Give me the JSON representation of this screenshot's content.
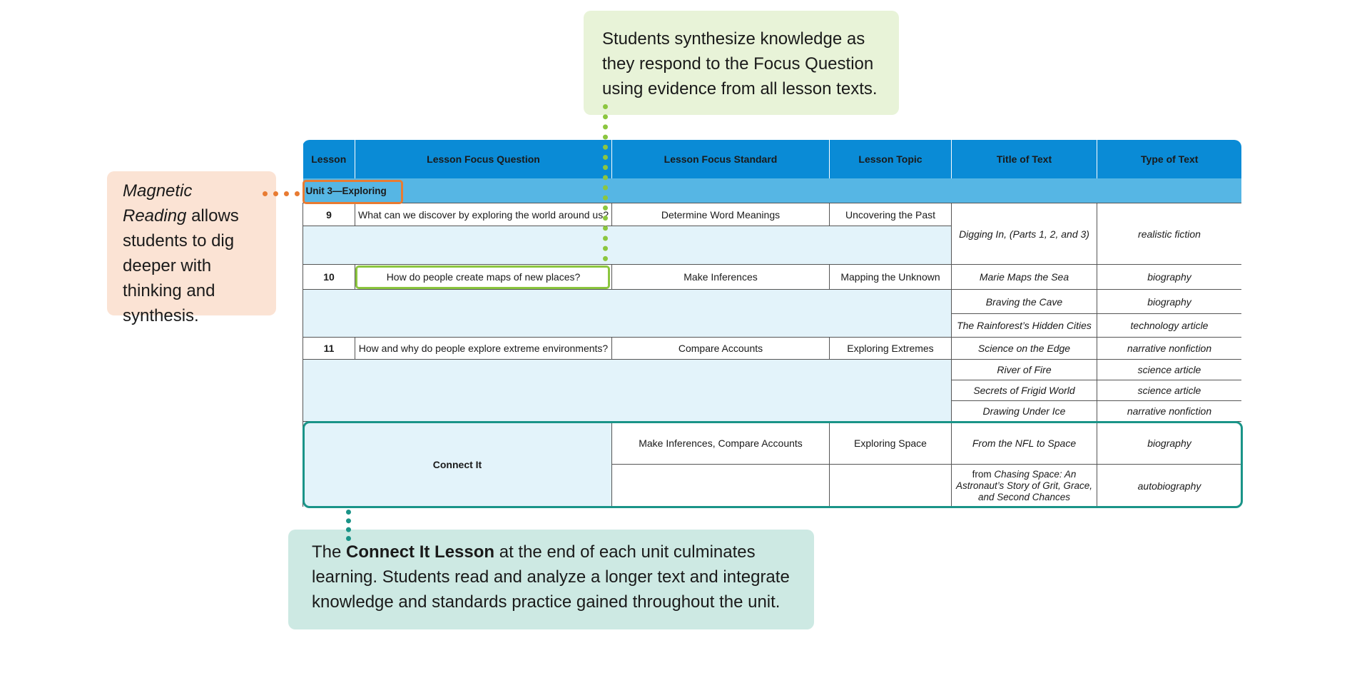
{
  "callouts": {
    "top": "Students synthesize knowledge as they respond to the Focus Question using evidence from all lesson texts.",
    "left_em": "Magnetic Reading",
    "left_rest": "allows students to dig deeper with thinking and synthesis.",
    "bottom_pre": "The ",
    "bottom_bold": "Connect It Lesson",
    "bottom_rest": " at the end of each unit culminates learning. Students read and analyze a longer text and integrate knowledge and standards practice gained throughout the unit."
  },
  "colors": {
    "header": "#0a8bd6",
    "unit_row": "#56b6e4",
    "blank": "#e3f3fa",
    "green": "#8cc63f",
    "orange": "#e87b32",
    "teal": "#1a9488"
  },
  "table": {
    "headers": [
      "Lesson",
      "Lesson Focus Question",
      "Lesson Focus Standard",
      "Lesson Topic",
      "Title of Text",
      "Type of Text"
    ],
    "unit": "Unit 3—Exploring",
    "l9": {
      "num": "9",
      "question": "What can we discover by exploring the world around us?",
      "standard": "Determine Word Meanings",
      "topic": "Uncovering the Past",
      "title": "Digging In, (Parts 1, 2, and 3)",
      "type": "realistic fiction"
    },
    "l10": {
      "num": "10",
      "question": "How do people create maps of new places?",
      "standard": "Make Inferences",
      "topic": "Mapping the Unknown",
      "texts": [
        {
          "title": "Marie Maps the Sea",
          "type": "biography"
        },
        {
          "title": "Braving the Cave",
          "type": "biography"
        },
        {
          "title": "The Rainforest’s Hidden Cities",
          "type": "technology article"
        }
      ]
    },
    "l11": {
      "num": "11",
      "question": "How and why do people explore extreme environments?",
      "standard": "Compare Accounts",
      "topic": "Exploring Extremes",
      "texts": [
        {
          "title": "Science on the Edge",
          "type": "narrative nonfiction"
        },
        {
          "title": "River of Fire",
          "type": "science article"
        },
        {
          "title": "Secrets of Frigid World",
          "type": "science article"
        },
        {
          "title": "Drawing Under Ice",
          "type": "narrative nonfiction"
        }
      ]
    },
    "connect": {
      "label": "Connect It",
      "standard": "Make Inferences, Compare Accounts",
      "topic": "Exploring Space",
      "text1_title": "From the NFL to Space",
      "text1_type": "biography",
      "text2_from": "from ",
      "text2_title": "Chasing Space: An Astronaut’s Story of Grit, Grace, and Second Chances",
      "text2_type": "autobiography"
    }
  }
}
